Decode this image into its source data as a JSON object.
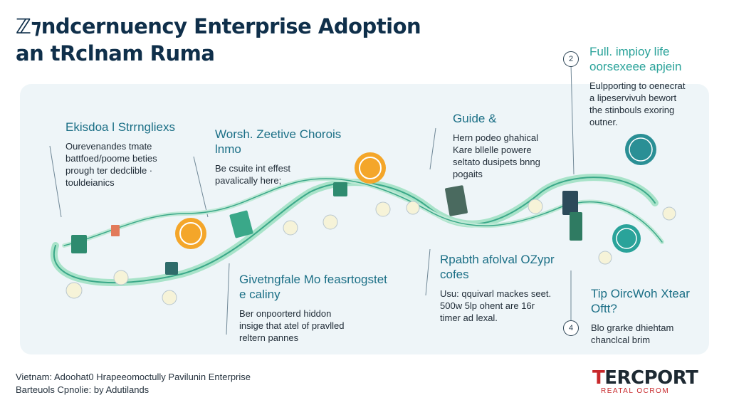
{
  "title": {
    "line1": "ℤ⁊ndcernuency Enterprise Adoption",
    "line2": "an tRclnam Ruma"
  },
  "sections": [
    {
      "heading": "Ekisdoa l Strrngliexs",
      "text": [
        "Ourevenandes tmate",
        "battfoed/poome beties",
        "prough ter dedclible ·",
        "touldeianics"
      ]
    },
    {
      "heading": "Worsh. Zeetive Chorois lnmo",
      "text": [
        "Be csuite int effest",
        "pavalically here;"
      ]
    },
    {
      "heading": "Guide &",
      "text": [
        "Hern podeo ghahical",
        "Kare bllelle powere",
        "seltato dusipets bnng",
        "pogaits"
      ]
    },
    {
      "heading": "Full. impioy life oorsexeee apjein",
      "text": [
        "Eulpporting to oenecrat",
        "a lipeservivuh bewort",
        "the stinbouls exoring",
        "outner."
      ]
    },
    {
      "heading": "Givetngfale Mo feasrtogstet e caliny",
      "text": [
        "Ber onpoorterd hiddon",
        "insige that atel of pravlled",
        "reltern pannes"
      ]
    },
    {
      "heading": "Rpabth afolval OZypr cofes",
      "text": [
        "Usu: qquivarl mackes seet.",
        "500w 5lp ohent are 16r",
        "timer ad lexal."
      ]
    },
    {
      "heading": "Tip OircWoh Xtear Oftt?",
      "text": [
        "Blo grarke dhiehtam",
        "chanclcal brim"
      ]
    }
  ],
  "step_numbers": [
    "2",
    "4"
  ],
  "footer": {
    "line1": "Vietnam: Adoohat0 Hrapeeomoctully Pavilunin Enterprise",
    "line2": "Barteuols Cpnolie: by Adutilands"
  },
  "logo": {
    "prefix": "T",
    "rest": "ERCPORT",
    "tagline": "REATAL OCROM"
  },
  "colors": {
    "accent_green": "#2aa39a",
    "accent_blue": "#1b6f86",
    "path_light": "#a8e3c9",
    "path_dark": "#3aa889",
    "coin": "#f4a62a",
    "logo_red": "#c8282b"
  }
}
